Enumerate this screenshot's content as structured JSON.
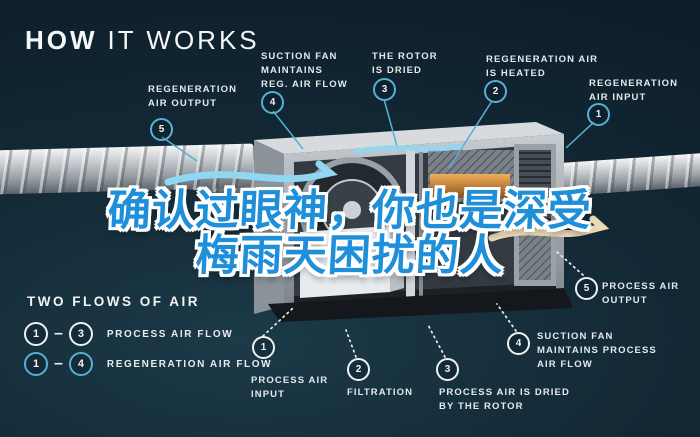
{
  "title": {
    "bold": "HOW",
    "light": "IT WORKS"
  },
  "overlay": {
    "line1": "确认过眼神，你也是深受",
    "line2": "梅雨天困扰的人"
  },
  "regeneration_steps": [
    {
      "num": "1",
      "label": "REGENERATION\nAIR INPUT"
    },
    {
      "num": "2",
      "label": "REGENERATION AIR\nIS HEATED"
    },
    {
      "num": "3",
      "label": "THE ROTOR\nIS DRIED"
    },
    {
      "num": "4",
      "label": "SUCTION FAN\nMAINTAINS\nREG. AIR FLOW"
    },
    {
      "num": "5",
      "label": "REGENERATION\nAIR OUTPUT"
    }
  ],
  "process_steps": [
    {
      "num": "1",
      "label": "PROCESS AIR\nINPUT"
    },
    {
      "num": "2",
      "label": "FILTRATION"
    },
    {
      "num": "3",
      "label": "PROCESS AIR IS DRIED\nBY THE ROTOR"
    },
    {
      "num": "4",
      "label": "SUCTION FAN\nMAINTAINS PROCESS\nAIR FLOW"
    },
    {
      "num": "5",
      "label": "PROCESS AIR\nOUTPUT"
    }
  ],
  "legend": {
    "title": "TWO FLOWS OF AIR",
    "rows": [
      {
        "from": "1",
        "dash": "–",
        "to": "3",
        "label": "PROCESS AIR FLOW"
      },
      {
        "from": "1",
        "dash": "–",
        "to": "4",
        "label": "REGENERATION AIR FLOW"
      }
    ]
  },
  "colors": {
    "background": "#0d1f2b",
    "accent_blue": "#57b1d4",
    "badge_white": "#eef1f2",
    "overlay_text_blue": "#1e8fd8",
    "heater_orange": "#e89a3c",
    "duct_gray": "#c9ced2"
  }
}
